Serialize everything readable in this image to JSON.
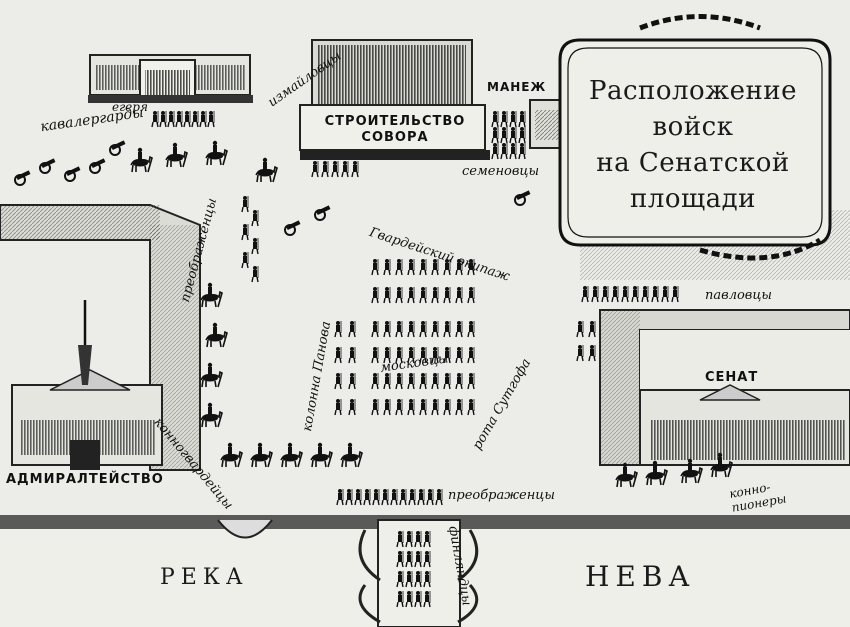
{
  "title": {
    "lines": [
      "Расположение",
      "войск",
      "на Сенатской",
      "площади"
    ]
  },
  "buildings": {
    "construction": [
      "СТРОИТЕЛЬСТВО",
      "СОВОРА"
    ],
    "manege": "МАНЕЖ",
    "admiralty": "АДМИРАЛТЕЙСТВО",
    "senate": "СЕНАТ"
  },
  "troops": {
    "egerya": "егеря",
    "cavalry_guards": "кавалергарды",
    "izmailovtsy": "измайловцы",
    "semenovtsy": "семеновцы",
    "guards_crew": "Гвардейский экипаж",
    "preobrazhentsy_left": "преображенцы",
    "pavlovtsy": "павловцы",
    "panov_column": "колонна Панова",
    "moskovtsy": "московцы",
    "sutgof_company": "рота Сутгофа",
    "horse_guards": "конногвардейцы",
    "preobrazhentsy_bottom": "преображенцы",
    "horse_pioneers": "конно-пионеры",
    "finlyandtsy": "финляндцы"
  },
  "river": {
    "word1": "РЕКА",
    "word2": "НЕВА"
  }
}
